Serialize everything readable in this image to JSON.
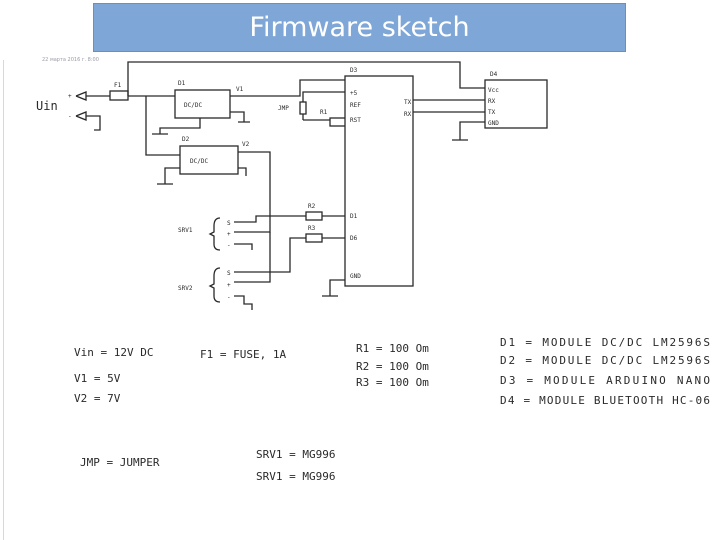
{
  "slide": {
    "title": "Firmware sketch",
    "date": "22 марта 2016 г.     8:00"
  },
  "schematic": {
    "input_label": "Uin",
    "input_pins": [
      "+",
      "-"
    ],
    "fuse": "F1",
    "modules": {
      "d1": "D1",
      "d1_text": "DC/DC",
      "d1_out": "V1",
      "d2": "D2",
      "d2_text": "DC/DC",
      "d2_out": "V2",
      "d3": "D3",
      "d4": "D4"
    },
    "d3_pins_left": [
      "+5",
      "REF",
      "RST",
      "D1",
      "D6",
      "GND"
    ],
    "d3_pins_right": [
      "TX",
      "RX"
    ],
    "d4_pins": [
      "Vcc",
      "RX",
      "TX",
      "GND"
    ],
    "jumper": "JMP",
    "resistors": [
      "R1",
      "R2",
      "R3"
    ],
    "servos": [
      {
        "name": "SRV1",
        "pins": [
          "S",
          "+",
          "-"
        ]
      },
      {
        "name": "SRV2",
        "pins": [
          "S",
          "+",
          "-"
        ]
      }
    ]
  },
  "legend": {
    "vin": "Vin = 12V DC",
    "v1": "V1 = 5V",
    "v2": "V2 = 7V",
    "fuse": "F1 = FUSE, 1A",
    "r1": "R1 = 100 Om",
    "r2": "R2 = 100 Om",
    "r3": "R3 = 100 Om",
    "d1": "D1 = MODULE DC/DC LM2596S",
    "d2": "D2 = MODULE DC/DC LM2596S",
    "d3": "D3 = MODULE ARDUINO NANO",
    "d4": "D4 = MODULE BLUETOOTH HC-06",
    "jmp": "JMP = JUMPER",
    "srv1": "SRV1 = MG996",
    "srv2": "SRV1 = MG996"
  }
}
